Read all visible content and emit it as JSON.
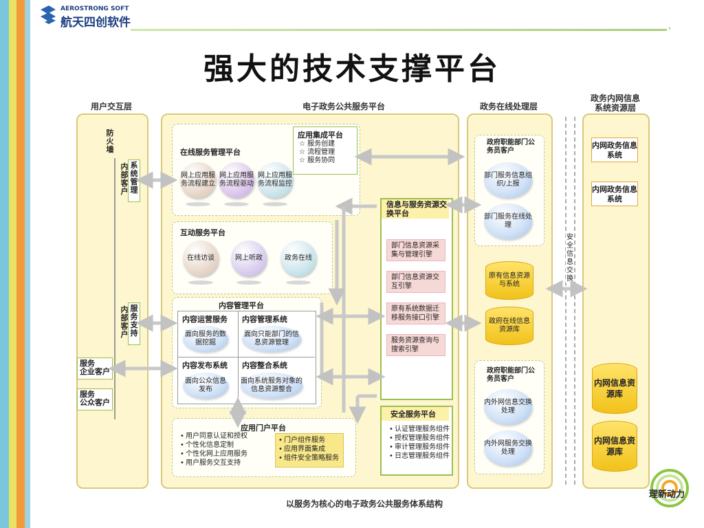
{
  "logo": {
    "en": "AEROSTRONG SOFT",
    "cn": "航天四创软件"
  },
  "title": "强大的技术支撑平台",
  "caption": "以服务为核心的电子政务公共服务体系结构",
  "corner_logo_text": "理新动力",
  "columns": {
    "user": "用户交互层",
    "public": "电子政务公共服务平台",
    "online": "政务在线处理层",
    "intranet_line1": "政务内网信息",
    "intranet_line2": "系统资源层"
  },
  "user_layer": {
    "firewall": "防火墙",
    "inner_system": "内部客户",
    "inner_system_tag": "系统管理",
    "inner_service": "内部客户",
    "inner_service_tag": "服务支持",
    "ent_client_line1": "服务",
    "ent_client_line2": "企业客户",
    "pub_client_line1": "服务",
    "pub_client_line2": "公众客户"
  },
  "app_integration": {
    "title": "应用集成平台",
    "items": [
      "服务创建",
      "流程管理",
      "服务协同"
    ],
    "bullet": "☆"
  },
  "online_mgmt": {
    "title": "在线服务管理平台",
    "balls": [
      "网上应用服务流程建立",
      "网上应用服务流程驱动",
      "网上应用服务流程监控"
    ]
  },
  "interactive": {
    "title": "互动服务平台",
    "balls": [
      "在线访谈",
      "网上听政",
      "政务在线"
    ]
  },
  "content": {
    "title": "内容管理平台",
    "cells": [
      {
        "head": "内容运营服务",
        "body": "面向服务的数据挖掘"
      },
      {
        "head": "内容管理系统",
        "body": "面向只能部门的信息资源管理"
      },
      {
        "head": "内容发布系统",
        "body": "面向公众信息发布"
      },
      {
        "head": "内容整合系统",
        "body": "面向系统服务对象的信息资源整合"
      }
    ]
  },
  "portal": {
    "title": "应用门户平台",
    "left_items": [
      "用户同意认证和授权",
      "个性化信息定制",
      "个性化网上应用服务",
      "用户服务交互支持"
    ],
    "right_items": [
      "门户组件服务",
      "应用界面集成",
      "组件安全策略服务"
    ]
  },
  "exchange": {
    "title": "信息与服务资源交换平台",
    "items": [
      "部门信息资源采集与管理引擎",
      "部门信息资源交互引擎",
      "原有系统数据迁移服务接口引擎",
      "服务资源查询与搜索引擎"
    ]
  },
  "security": {
    "title": "安全服务平台",
    "items": [
      "认证管理服务组件",
      "授权管理服务组件",
      "审计管理服务组件",
      "日志管理服务组件"
    ]
  },
  "online_layer": {
    "top_title": "政府职能部门公务员客户",
    "top_ovals": [
      "部门服务信息组织/上报",
      "部门服务在线处理"
    ],
    "cyl1": "原有信息资源与系统",
    "cyl2": "政府在线信息资源库",
    "bottom_title": "政府职能部门公务员客户",
    "bottom_ovals": [
      "内外网信息交换处理",
      "内外网服务交换处理"
    ]
  },
  "security_exchange": "安全信息交换",
  "intranet": {
    "boxes": [
      "内网政务信息系统",
      "内网政务信息系统"
    ],
    "dbs": [
      "内网信息资源库",
      "内网信息资源库"
    ]
  }
}
